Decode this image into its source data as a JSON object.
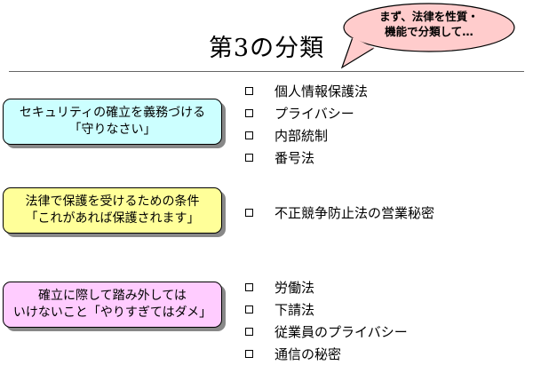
{
  "slide": {
    "title": "第3の分類",
    "callout": {
      "line1": "まず、法律を性質・",
      "line2": "機能で分類して…"
    },
    "groups": [
      {
        "label_line1": "セキュリティの確立を義務づける",
        "label_line2": "「守りなさい」",
        "items": [
          "個人情報保護法",
          "プライバシー",
          "内部統制",
          "番号法"
        ]
      },
      {
        "label_line1": "法律で保護を受けるための条件",
        "label_line2": "「これがあれば保護されます」",
        "items": [
          "不正競争防止法の営業秘密"
        ]
      },
      {
        "label_line1": "確立に際して踏み外しては",
        "label_line2": "いけないこと「やりすぎてはダメ」",
        "items": [
          "労働法",
          "下請法",
          "従業員のプライバシー",
          "通信の秘密"
        ]
      }
    ],
    "colors": {
      "group1_fill": "#ccffff",
      "group2_fill": "#ffff99",
      "group3_fill": "#ffccff",
      "callout_fill": "#ffcccc"
    }
  }
}
